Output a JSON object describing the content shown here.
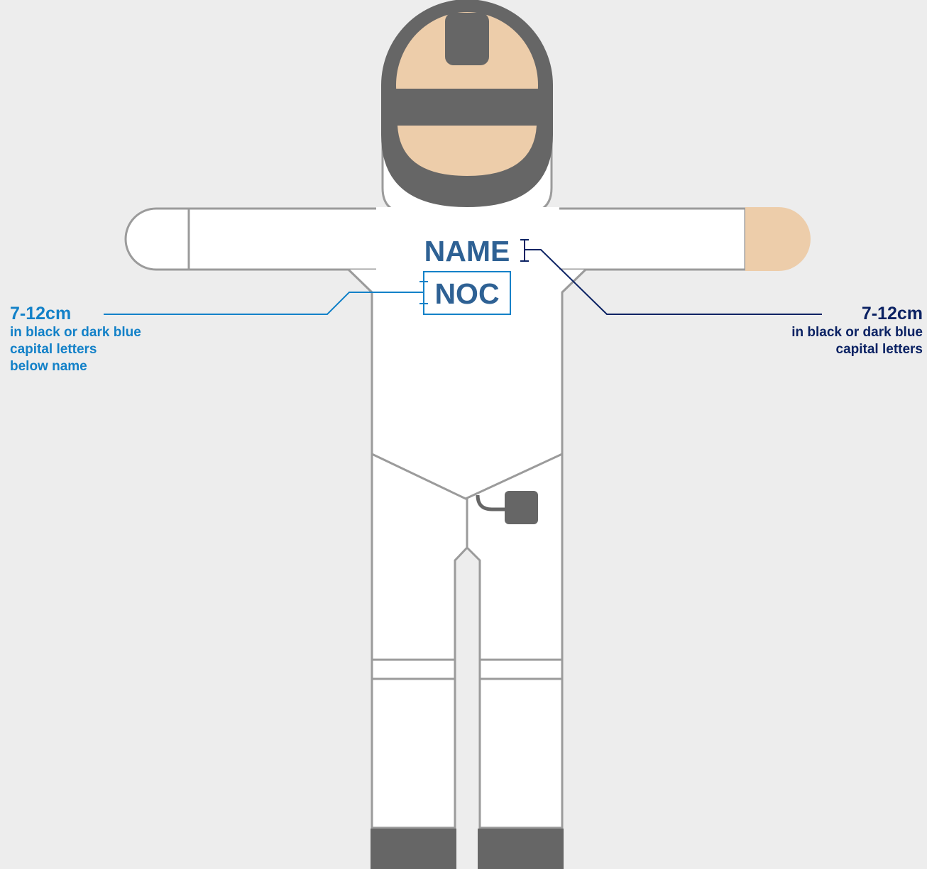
{
  "colors": {
    "background": "#EDEDED",
    "outline": "#9B9B9B",
    "suit": "#FFFFFF",
    "mask": "#666666",
    "skin": "#EDCDAA",
    "shoes": "#666666",
    "chest_text": "#2E6194",
    "left_callout": "#1381C8",
    "right_callout": "#0B2263"
  },
  "chest": {
    "name_text": "NAME",
    "noc_text": "NOC"
  },
  "callouts": {
    "left": {
      "size": "7-12cm",
      "lines": [
        "in black or dark blue",
        "capital letters",
        "below name"
      ]
    },
    "right": {
      "size": "7-12cm",
      "lines": [
        "in black or dark blue",
        "capital letters"
      ]
    }
  },
  "icons": {
    "body_wire": "body-wire-connector-icon",
    "mask": "fencing-mask-icon"
  }
}
